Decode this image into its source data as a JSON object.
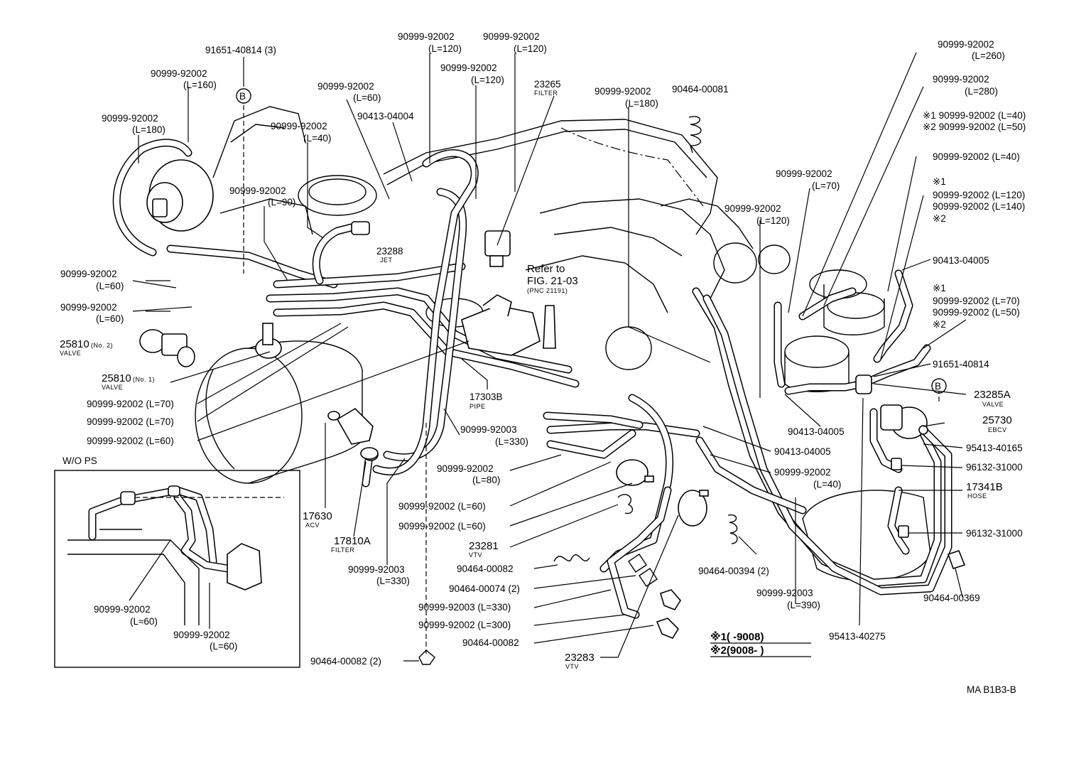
{
  "diagram_code": "MA B1B3-B",
  "inset_title": "W/O PS",
  "notes": {
    "note1": "※1(      -9008)",
    "note2": "※2(9008-      )"
  },
  "bubbles": {
    "b_left": "B",
    "b_right": "B"
  },
  "labels": {
    "l01": "91651-40814 (3)",
    "l02": "90999-92002",
    "l02b": "(L=160)",
    "l03": "90999-92002",
    "l03b": "(L=180)",
    "l04": "90999-92002",
    "l04b": "(L=60)",
    "l05": "90999-92002",
    "l05b": "(L=40)",
    "l06": "90413-04004",
    "l07": "90999-92002",
    "l07b": "(L=90)",
    "l08": "90999-92002",
    "l08b": "(L=120)",
    "l09": "90999-92002",
    "l09b": "(L=120)",
    "l10": "90999-92002",
    "l10b": "(L=120)",
    "l11": "23265",
    "l11s": "FILTER",
    "l12": "90999-92002",
    "l12b": "(L=180)",
    "l13": "90464-00081",
    "l14": "90999-92002",
    "l14b": "(L=260)",
    "l15": "90999-92002",
    "l15b": "(L=280)",
    "l16": "※1 90999-92002 (L=40)",
    "l17": "※2 90999-92002 (L=50)",
    "l18": "90999-92002 (L=40)",
    "l19": "※1",
    "l20": "90999-92002 (L=120)",
    "l21": "90999-92002 (L=140)",
    "l22": "※2",
    "l23": "90999-92002",
    "l23b": "(L=70)",
    "l24": "90999-92002",
    "l24b": "(L=120)",
    "l25": "23288",
    "l25s": "JET",
    "l26": "Refer to",
    "l27": "FIG. 21-03",
    "l28": "(PNC 21191)",
    "l29": "90999-92002",
    "l29b": "(L=60)",
    "l30": "90999-92002",
    "l30b": "(L=60)",
    "l31": "25810",
    "l31n": "(No. 2)",
    "l31s": "VALVE",
    "l32": "25810",
    "l32n": "(No. 1)",
    "l32s": "VALVE",
    "l33": "90999-92002 (L=70)",
    "l34": "90999-92002 (L=70)",
    "l35": "90999-92002 (L=60)",
    "l36": "17303B",
    "l36s": "PIPE",
    "l37": "90999-92003",
    "l37b": "(L=330)",
    "l38": "90413-04005",
    "l39": "※1",
    "l40": "90999-92002 (L=70)",
    "l41": "90999-92002 (L=50)",
    "l42": "※2",
    "l43": "91651-40814",
    "l44": "23285A",
    "l44s": "VALVE",
    "l45": "90413-04005",
    "l46": "25730",
    "l46s": "EBCV",
    "l47": "95413-40165",
    "l48": "90413-04005",
    "l49": "96132-31000",
    "l50": "90999-92002",
    "l50b": "(L=40)",
    "l51": "17341B",
    "l51s": "HOSE",
    "l52": "96132-31000",
    "l53": "90999-92002",
    "l53b": "(L=80)",
    "l54": "90999-92002 (L=60)",
    "l55": "90999-92002 (L=60)",
    "l56": "23281",
    "l56s": "VTV",
    "l57": "17630",
    "l57s": "ACV",
    "l58": "17810A",
    "l58s": "FILTER",
    "l59": "90999-92003",
    "l59b": "(L=330)",
    "l60": "90464-00082",
    "l61": "90464-00074 (2)",
    "l62": "90999-92003 (L=330)",
    "l63": "90999-92002 (L=300)",
    "l64": "90464-00082",
    "l65": "90464-00082 (2)",
    "l66": "23283",
    "l66s": "VTV",
    "l67": "90464-00394 (2)",
    "l68": "90999-92003",
    "l68b": "(L=390)",
    "l69": "95413-40275",
    "l70": "90464-00369",
    "l71": "90999-92002",
    "l71b": "(L≈60)",
    "l72": "90999-92002",
    "l72b": "(L=60)"
  }
}
